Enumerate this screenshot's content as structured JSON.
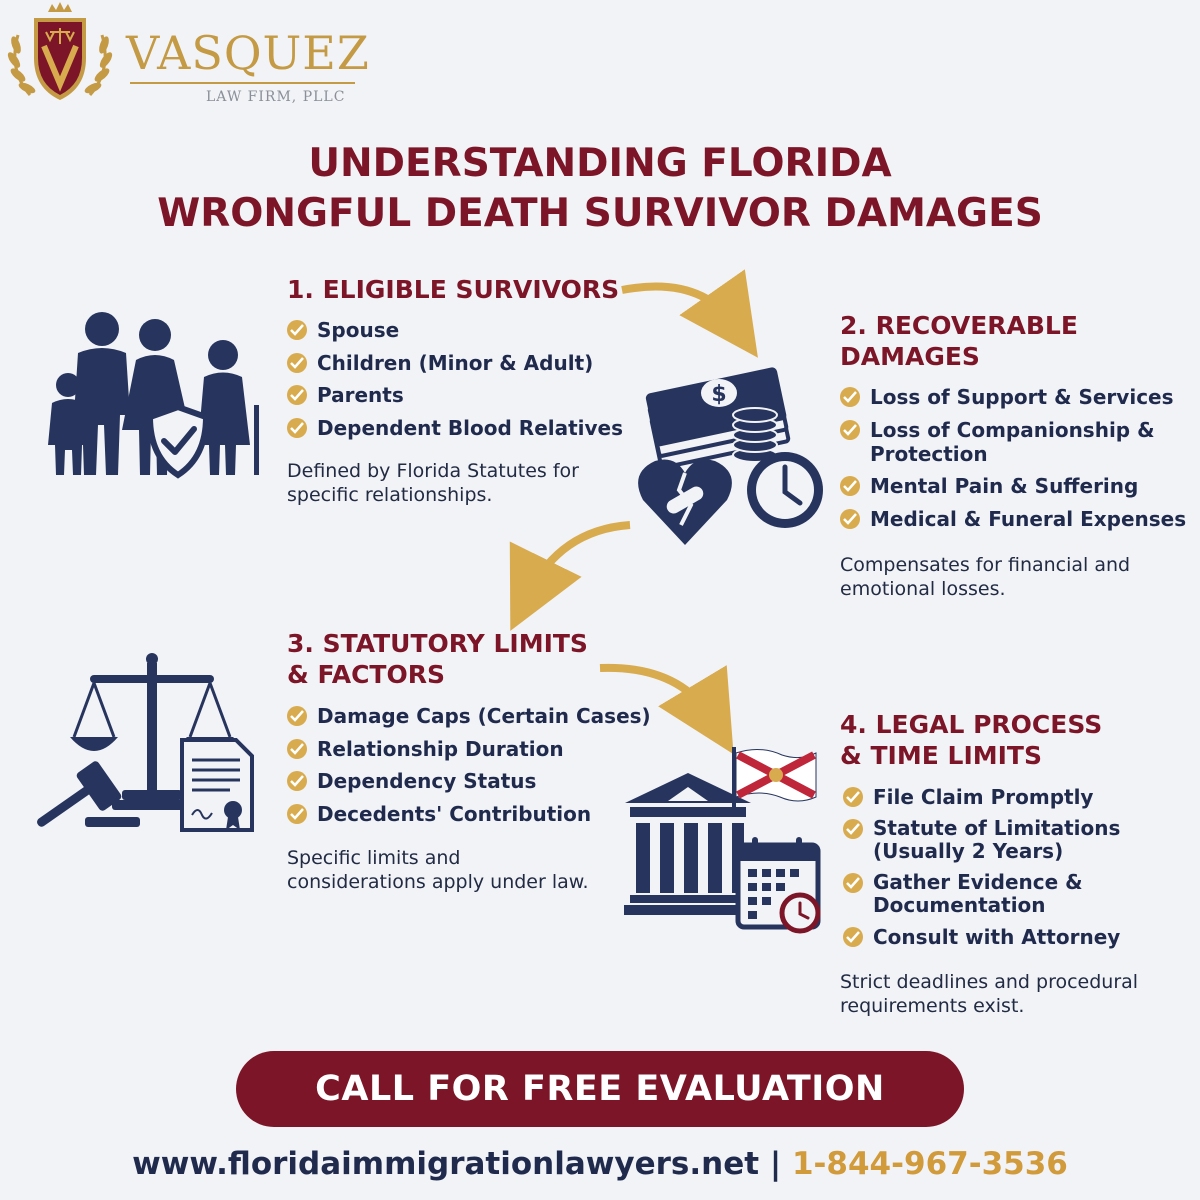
{
  "brand": {
    "name": "VASQUEZ",
    "subtitle": "LAW FIRM, PLLC",
    "colors": {
      "maroon": "#7c1527",
      "gold": "#d8ab4e",
      "navy": "#1f2a4d",
      "background": "#f2f3f6"
    }
  },
  "title": {
    "line1": "UNDERSTANDING FLORIDA",
    "line2": "WRONGFUL DEATH SURVIVOR DAMAGES"
  },
  "sections": [
    {
      "title_lines": [
        "1. ELIGIBLE SURVIVORS"
      ],
      "icon": "family-shield-icon",
      "items": [
        [
          "Spouse"
        ],
        [
          "Children (Minor & Adult)"
        ],
        [
          "Parents"
        ],
        [
          "Dependent Blood Relatives"
        ]
      ],
      "note_lines": [
        "Defined by Florida Statutes for",
        "specific relationships."
      ]
    },
    {
      "title_lines": [
        "2. RECOVERABLE",
        "DAMAGES"
      ],
      "icon": "money-heart-clock-icon",
      "items": [
        [
          "Loss of Support & Services"
        ],
        [
          "Loss of Companionship &",
          "Protection"
        ],
        [
          "Mental Pain & Suffering"
        ],
        [
          "Medical & Funeral Expenses"
        ]
      ],
      "note_lines": [
        "Compensates for financial and",
        "emotional losses."
      ]
    },
    {
      "title_lines": [
        "3. STATUTORY LIMITS",
        "& FACTORS"
      ],
      "icon": "scales-gavel-document-icon",
      "items": [
        [
          "Damage Caps (Certain Cases)"
        ],
        [
          "Relationship Duration"
        ],
        [
          "Dependency Status"
        ],
        [
          "Decedents' Contribution"
        ]
      ],
      "note_lines": [
        "Specific limits and",
        "considerations apply under law."
      ]
    },
    {
      "title_lines": [
        "4. LEGAL PROCESS",
        "& TIME LIMITS"
      ],
      "icon": "courthouse-flag-calendar-icon",
      "items": [
        [
          "File Claim Promptly"
        ],
        [
          "Statute of Limitations",
          "(Usually 2 Years)"
        ],
        [
          "Gather Evidence &",
          "Documentation"
        ],
        [
          "Consult with Attorney"
        ]
      ],
      "note_lines": [
        "Strict deadlines and procedural",
        "requirements exist."
      ]
    }
  ],
  "cta": {
    "label": "CALL FOR FREE EVALUATION"
  },
  "footer": {
    "url": "www.floridaimmigrationlawyers.net",
    "separator": "|",
    "phone": "1-844-967-3536"
  }
}
